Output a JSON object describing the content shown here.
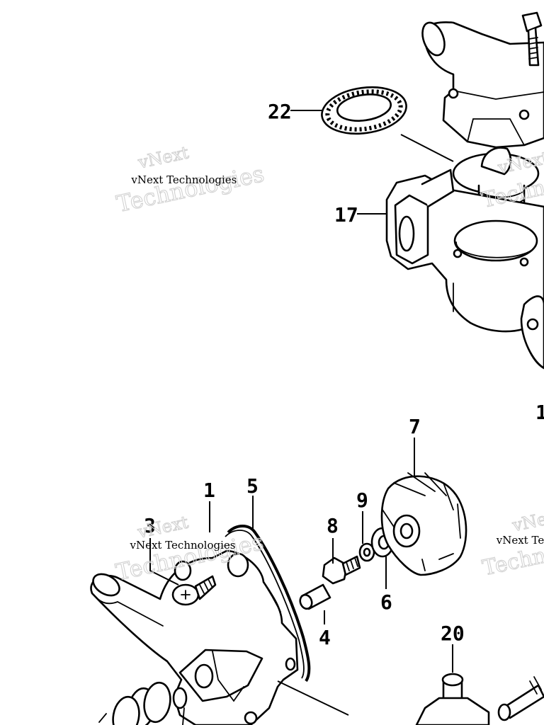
{
  "callouts": {
    "c22": "22",
    "c17": "17",
    "c1": "1",
    "c5": "5",
    "c3": "3",
    "c8": "8",
    "c9": "9",
    "c7": "7",
    "c6": "6",
    "c4": "4",
    "c20": "20",
    "c1_partial": "1"
  },
  "watermarks": {
    "brand_line": "vNext Technologies",
    "brand_top": "vNext",
    "brand_bottom": "Technologies"
  }
}
